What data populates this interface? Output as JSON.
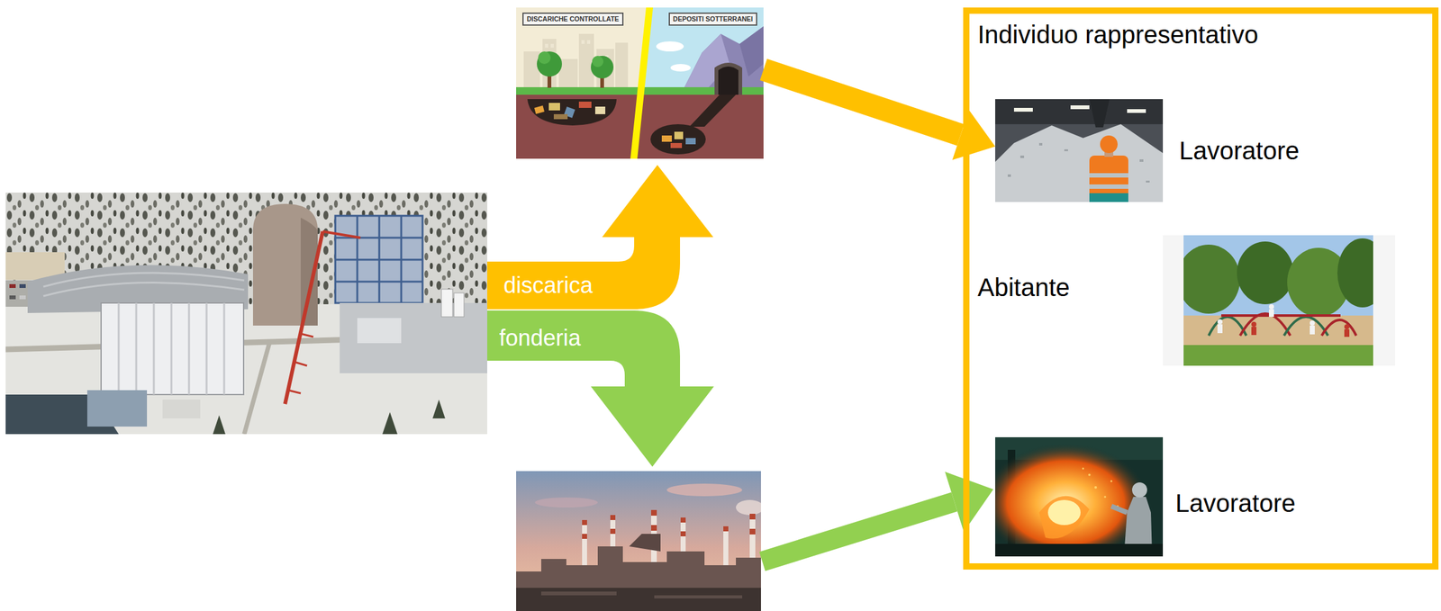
{
  "diagram": {
    "nodes": [
      {
        "text": [
          "DISCARICHE CONTROLLATE",
          "DEPOSITI SOTTERRANEI"
        ]
      },
      {
        "text": [
          "Individuo rappresentativo"
        ]
      },
      {
        "text": [
          "Lavoratore"
        ],
        "in": 1
      },
      {
        "text": [
          "Abitante"
        ],
        "in": 1
      },
      {
        "text": [
          "Lavoratore"
        ],
        "in": 1
      }
    ],
    "edges": [
      {
        "from": 0,
        "to": 2,
        "arrow": "to"
      }
    ],
    "labels": [
      "discarica",
      "fonderia"
    ]
  }
}
